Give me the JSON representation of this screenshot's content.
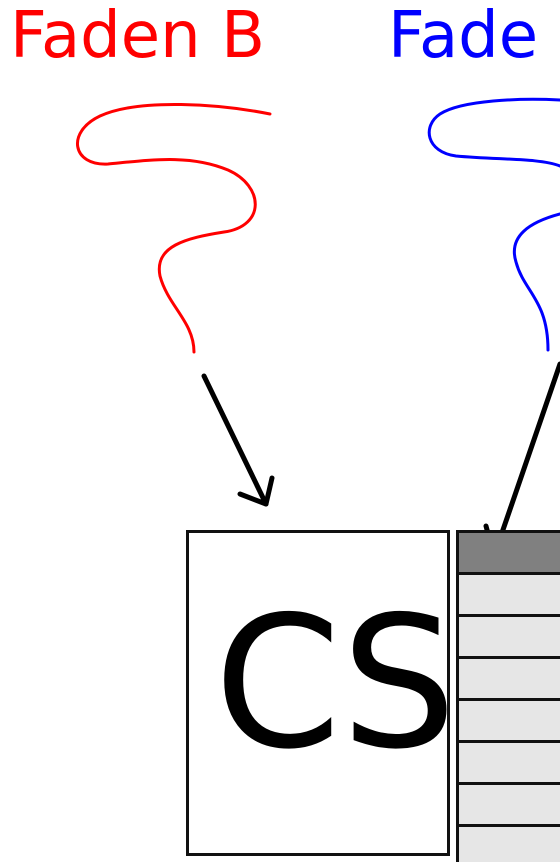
{
  "thread_b": {
    "label": "Faden B",
    "color": "#ff0000"
  },
  "thread_a": {
    "label": "Fade",
    "color": "#0000ff"
  },
  "critical_section": {
    "label": "CS"
  },
  "queue": {
    "slot_count": 8,
    "occupied_slots": 1,
    "occupied_color": "#808080",
    "empty_color": "#e6e6e6"
  },
  "arrow_color": "#000000"
}
